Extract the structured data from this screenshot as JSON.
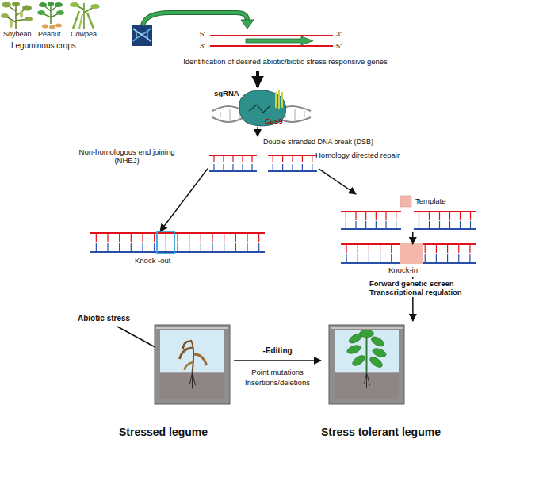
{
  "diagram": {
    "nodes": [
      {
        "text": [
          "Identification of desired abiotic/biotic stress responsive genes"
        ]
      },
      {
        "text": [
          "sgRNA",
          "Cas9"
        ]
      },
      {
        "text": [
          "Double stranded DNA break (DSB)"
        ]
      },
      {
        "text": [
          "Knock -out"
        ]
      },
      {
        "text": [
          "Template"
        ]
      },
      {
        "text": [
          "Knock-in"
        ]
      },
      {
        "text": [
          "Stressed legume"
        ]
      },
      {
        "text": [
          "Stress tolerant legume"
        ]
      }
    ],
    "edges": [
      {
        "from": 0,
        "to": 1,
        "arrow": "to"
      },
      {
        "from": 1,
        "to": 2,
        "arrow": "to"
      },
      {
        "from": 2,
        "to": 3,
        "label": "Non-homologous end joining (NHEJ)",
        "arrow": "to"
      },
      {
        "from": 2,
        "to": 4,
        "label": "Homology directed repair",
        "arrow": "to"
      },
      {
        "from": 4,
        "to": 5,
        "arrow": "to"
      },
      {
        "from": 5,
        "to": 7,
        "label": "Forward genetic screen Transcriptional regulation",
        "arrow": "to"
      },
      {
        "from": 6,
        "to": 7,
        "label": "-Editing",
        "arrow": "to"
      }
    ],
    "labels": [
      "Soybean",
      "Peanut",
      "Cowpea",
      "Leguminous crops",
      "5'",
      "3'",
      "3'",
      "5'",
      "Abiotic stress",
      "Point mutations",
      "Insertions/deletions"
    ]
  }
}
